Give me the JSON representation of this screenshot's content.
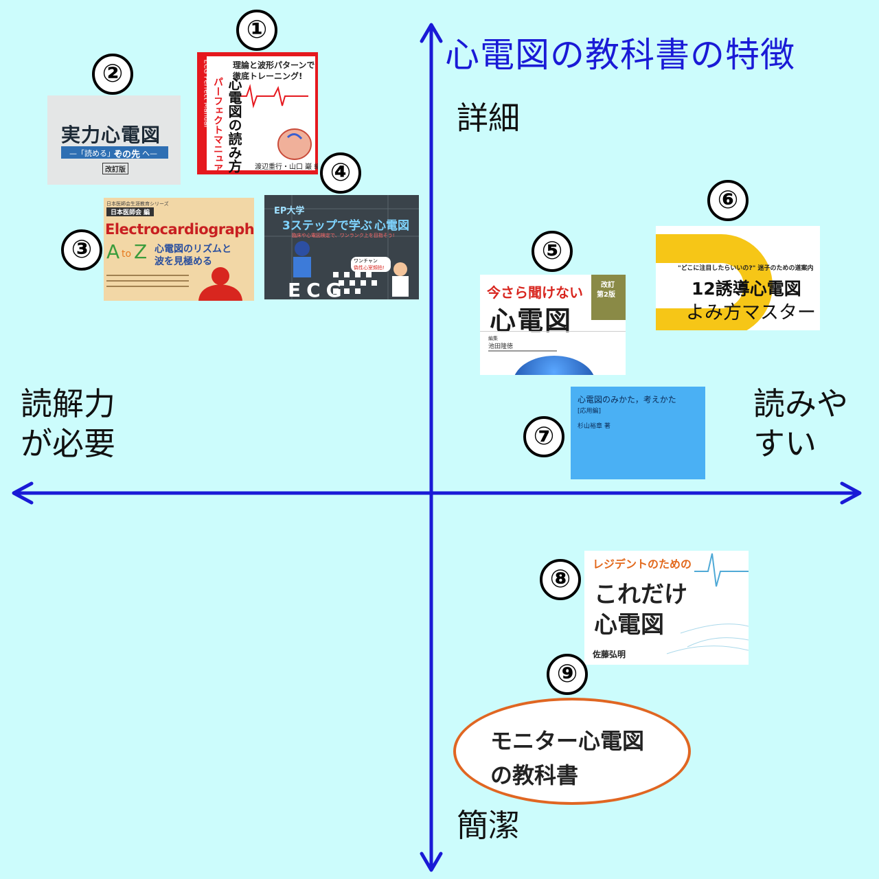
{
  "diagram": {
    "title": "心電図の教科書の特徴",
    "axes": {
      "top": "詳細",
      "bottom": "簡潔",
      "left_line1": "読解力",
      "left_line2": "が必要",
      "right_line1": "読みや",
      "right_line2": "すい"
    },
    "colors": {
      "background": "#ccfcfc",
      "axis": "#1a1ad6",
      "ellipse_border": "#e06622"
    },
    "books": [
      {
        "number": "①",
        "title_line1": "心電図の読み方",
        "title_line2": "パーフェクトマニュアル",
        "subtitle_line1": "理論と波形パターンで",
        "subtitle_line2": "徹底トレーニング!",
        "spine": "ECG Perfect Manual",
        "authors": "渡辺重行・山口 巖 編"
      },
      {
        "number": "②",
        "title": "実力心電図",
        "subtitle_pre": "—「読める」の",
        "subtitle_bold": "その先",
        "subtitle_post": "へ—",
        "edition": "改訂版"
      },
      {
        "number": "③",
        "series": "日本医師会生涯教育シリーズ",
        "publisher": "日本医師会 編",
        "title": "Electrocardiography",
        "title_a": "A",
        "title_to": "to",
        "title_z": "Z",
        "subtitle_line1": "心電図のリズムと",
        "subtitle_line2": "波を見極める"
      },
      {
        "number": "④",
        "series": "EP大学",
        "title_pre": "3ステップで学ぶ",
        "title_post": "心電図",
        "subtitle": "臨床や心電図検定で、ワンランク上を目指そう!",
        "bubble_line1": "ワンチャン",
        "bubble_line2": "偽性心室頻拍!",
        "grid_letters": "ECG"
      },
      {
        "number": "⑤",
        "title_line1": "今さら聞けない",
        "title_line2": "心電図",
        "edition_line1": "改訂",
        "edition_line2": "第2版",
        "editor_label": "編集",
        "editor": "池田隆徳"
      },
      {
        "number": "⑥",
        "tagline": "\"どこに注目したらいいの?\" 迷子のための道案内",
        "title_line1": "12誘導心電図",
        "title_line2": "よみ方マスター",
        "big_letter": "D"
      },
      {
        "number": "⑦",
        "title": "心電図のみかた，考えかた",
        "subtitle": "[応用編]",
        "author": "杉山裕章 著"
      },
      {
        "number": "⑧",
        "subtitle": "レジデントのための",
        "title_line1": "これだけ",
        "title_line2": "心電図",
        "author": "佐藤弘明"
      },
      {
        "number": "⑨",
        "label_line1": "モニター心電図",
        "label_line2": "の教科書"
      }
    ]
  }
}
